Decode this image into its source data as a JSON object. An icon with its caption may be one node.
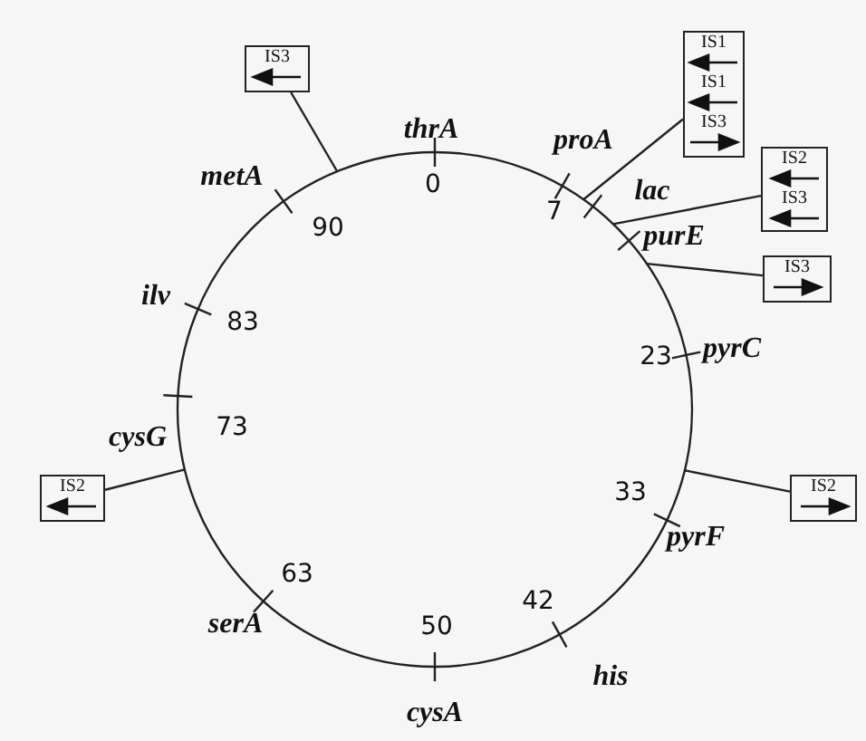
{
  "diagram": {
    "nodes": [
      {
        "text": [
          "IS3"
        ]
      },
      {
        "text": [
          "IS1",
          "IS1",
          "IS3"
        ]
      },
      {
        "text": [
          "IS2",
          "IS3"
        ]
      },
      {
        "text": [
          "IS3"
        ]
      },
      {
        "text": [
          "IS2"
        ]
      },
      {
        "text": [
          "IS2"
        ]
      },
      {
        "text": [],
        "shape": "circle"
      }
    ],
    "edges": [
      {
        "from": 0,
        "to": 6,
        "arrow": "none"
      },
      {
        "from": 1,
        "to": 6,
        "arrow": "none"
      },
      {
        "from": 2,
        "to": 6,
        "arrow": "none"
      },
      {
        "from": 3,
        "to": 6,
        "arrow": "none"
      },
      {
        "from": 4,
        "to": 6,
        "arrow": "none"
      },
      {
        "from": 5,
        "to": 6,
        "arrow": "none"
      }
    ],
    "labels": [
      "thrA",
      "0",
      "proA",
      "7",
      "lac",
      "purE",
      "metA",
      "90",
      "23",
      "pyrC",
      "ilv",
      "83",
      "cysG",
      "73",
      "33",
      "pyrF",
      "42",
      "his",
      "63",
      "serA",
      "50",
      "cysA"
    ]
  }
}
